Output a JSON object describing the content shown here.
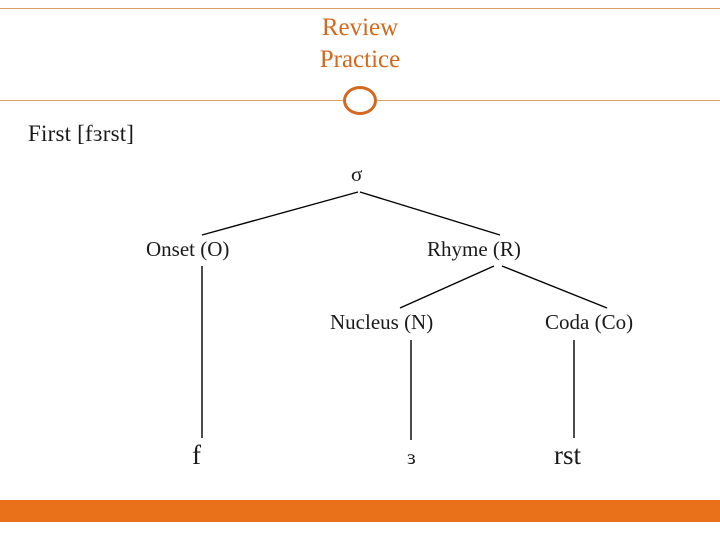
{
  "slide": {
    "title_lines": [
      "Review",
      "Practice"
    ],
    "accent_color": "#d2691e",
    "bar_color": "#e8711a",
    "rule_color": "#d9a06a",
    "word_label": "First [fɜrst]",
    "tree": {
      "root": "σ",
      "nodes": [
        {
          "id": "onset",
          "label": "Onset (O)"
        },
        {
          "id": "rhyme",
          "label": "Rhyme (R)"
        },
        {
          "id": "nucleus",
          "label": "Nucleus (N)"
        },
        {
          "id": "coda",
          "label": "Coda (Co)"
        }
      ],
      "leaves": [
        {
          "id": "onset-leaf",
          "label": "f"
        },
        {
          "id": "nucleus-leaf",
          "label": "ɜ"
        },
        {
          "id": "coda-leaf",
          "label": "rst"
        }
      ]
    }
  }
}
